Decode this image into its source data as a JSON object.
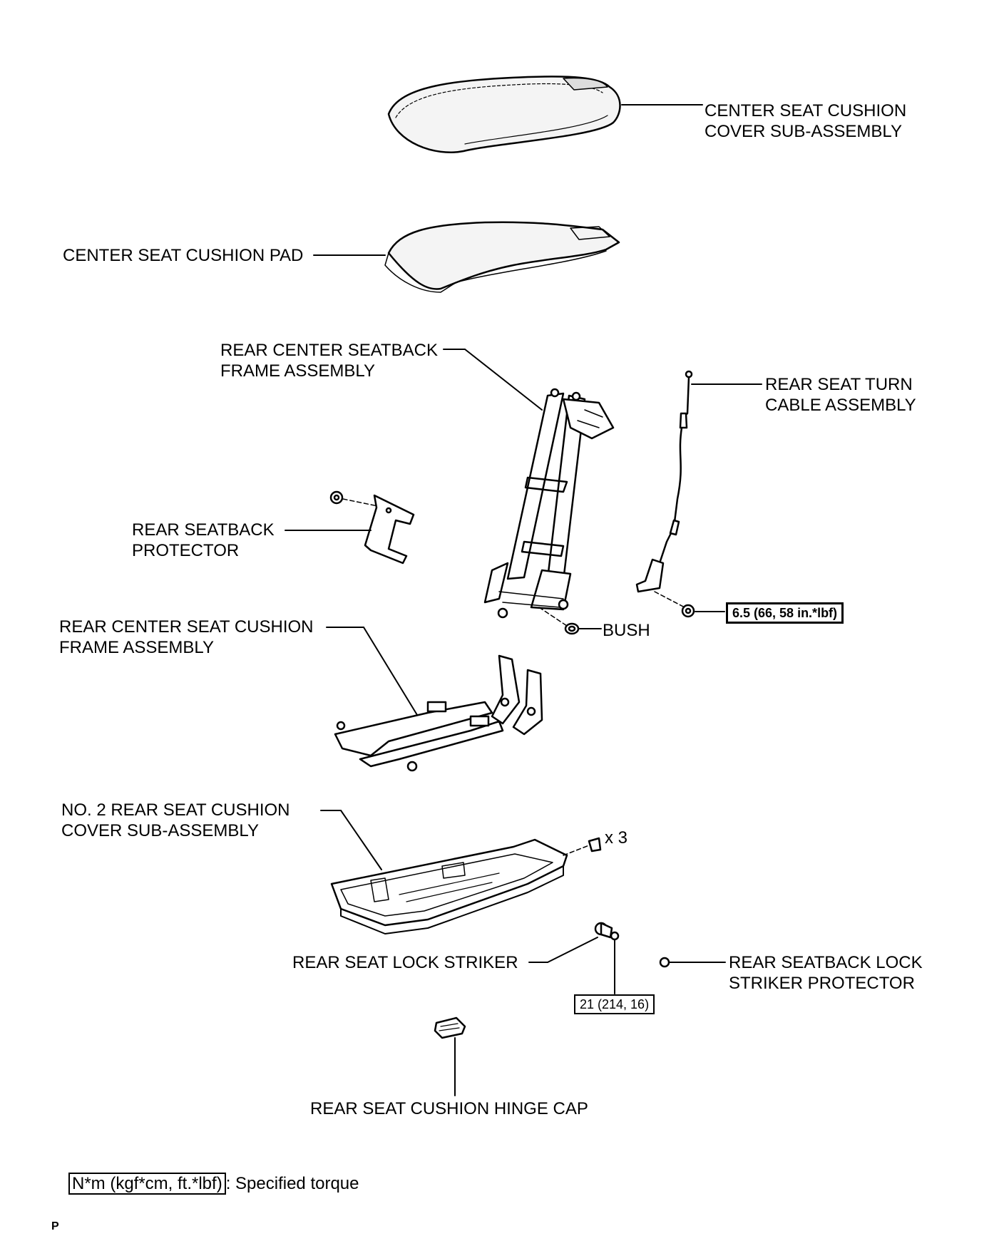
{
  "labels": {
    "cover_sub_assembly": [
      "CENTER SEAT CUSHION",
      "COVER SUB-ASSEMBLY"
    ],
    "cushion_pad": "CENTER SEAT CUSHION PAD",
    "seatback_frame": [
      "REAR CENTER SEATBACK",
      "FRAME ASSEMBLY"
    ],
    "turn_cable": [
      "REAR SEAT TURN",
      "CABLE ASSEMBLY"
    ],
    "seatback_protector": [
      "REAR SEATBACK",
      "PROTECTOR"
    ],
    "cushion_frame": [
      "REAR CENTER SEAT CUSHION",
      "FRAME ASSEMBLY"
    ],
    "bush": "BUSH",
    "no2_cover": [
      "NO. 2 REAR SEAT CUSHION",
      "COVER SUB-ASSEMBLY"
    ],
    "screw_qty": "x 3",
    "lock_striker": "REAR SEAT LOCK STRIKER",
    "striker_protector": [
      "REAR SEATBACK LOCK",
      "STRIKER PROTECTOR"
    ],
    "hinge_cap": "REAR SEAT CUSHION HINGE CAP"
  },
  "torques": {
    "cable_nut": "6.5 (66, 58 in.*lbf)",
    "striker": "21 (214, 16)"
  },
  "legend": {
    "unit_box": "N*m (kgf*cm, ft.*lbf)",
    "description": ": Specified torque"
  },
  "illustration_code": "P"
}
